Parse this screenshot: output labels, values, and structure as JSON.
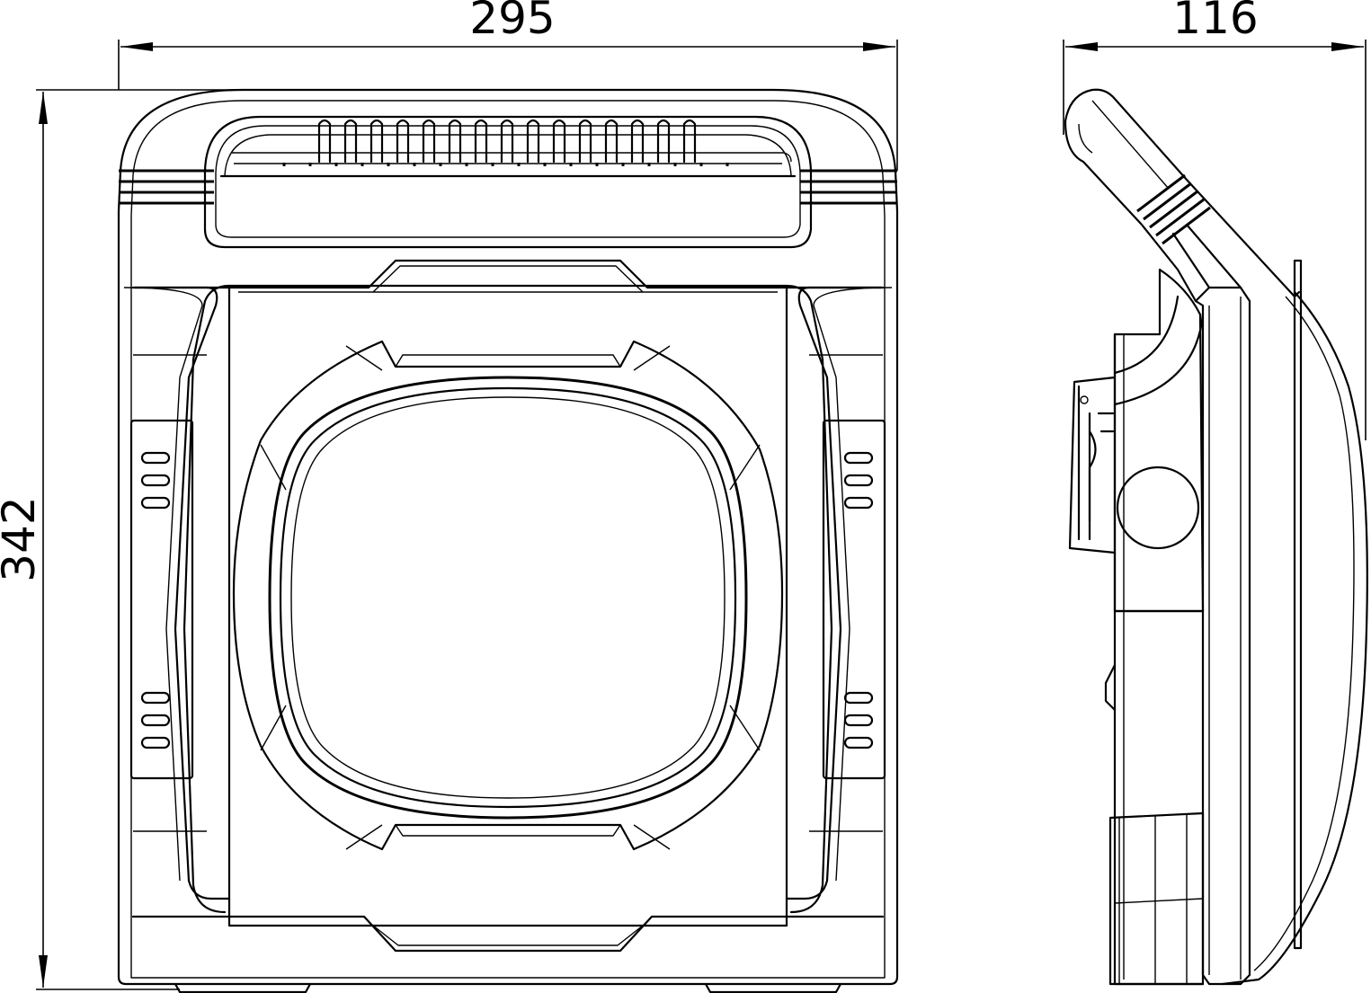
{
  "dimensions": {
    "front_width": "295",
    "front_height": "342",
    "side_depth": "116"
  },
  "views": [
    "front",
    "side"
  ],
  "colors": {
    "line": "#000000",
    "background": "#ffffff"
  }
}
